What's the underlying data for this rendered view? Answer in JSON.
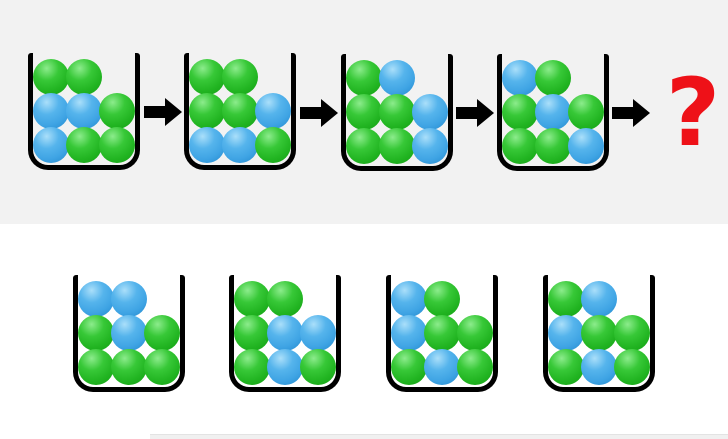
{
  "puzzle": {
    "kind": "ball-cup-sequence-puzzle",
    "question_mark": "?",
    "colors": {
      "top_background": "#f2f2f2",
      "bottom_background": "#ffffff",
      "green_ball": "#22b522",
      "blue_ball": "#3fa4e4",
      "cup_outline": "#000000",
      "arrow": "#000000",
      "question_red": "#ee1118"
    },
    "legend": {
      "G": "green-ball",
      "B": "blue-ball"
    },
    "icons": [
      "arrow-right-icon"
    ],
    "sequence": {
      "cups": [
        {
          "name": "sequence-cup-1",
          "rows": [
            [
              "G",
              "G"
            ],
            [
              "B",
              "B",
              "G"
            ],
            [
              "B",
              "G",
              "G"
            ]
          ]
        },
        {
          "name": "sequence-cup-2",
          "rows": [
            [
              "G",
              "G"
            ],
            [
              "G",
              "G",
              "B"
            ],
            [
              "B",
              "B",
              "G"
            ]
          ]
        },
        {
          "name": "sequence-cup-3",
          "rows": [
            [
              "G",
              "B"
            ],
            [
              "G",
              "G",
              "B"
            ],
            [
              "G",
              "G",
              "B"
            ]
          ]
        },
        {
          "name": "sequence-cup-4",
          "rows": [
            [
              "B",
              "G"
            ],
            [
              "G",
              "B",
              "G"
            ],
            [
              "G",
              "G",
              "B"
            ]
          ]
        }
      ]
    },
    "options": {
      "cups": [
        {
          "name": "option-cup-1",
          "rows": [
            [
              "B",
              "B"
            ],
            [
              "G",
              "B",
              "G"
            ],
            [
              "G",
              "G",
              "G"
            ]
          ]
        },
        {
          "name": "option-cup-2",
          "rows": [
            [
              "G",
              "G"
            ],
            [
              "G",
              "B",
              "B"
            ],
            [
              "G",
              "B",
              "G"
            ]
          ]
        },
        {
          "name": "option-cup-3",
          "rows": [
            [
              "B",
              "G"
            ],
            [
              "B",
              "G",
              "G"
            ],
            [
              "G",
              "B",
              "G"
            ]
          ]
        },
        {
          "name": "option-cup-4",
          "rows": [
            [
              "G",
              "B"
            ],
            [
              "B",
              "G",
              "G"
            ],
            [
              "G",
              "B",
              "G"
            ]
          ]
        }
      ]
    }
  }
}
